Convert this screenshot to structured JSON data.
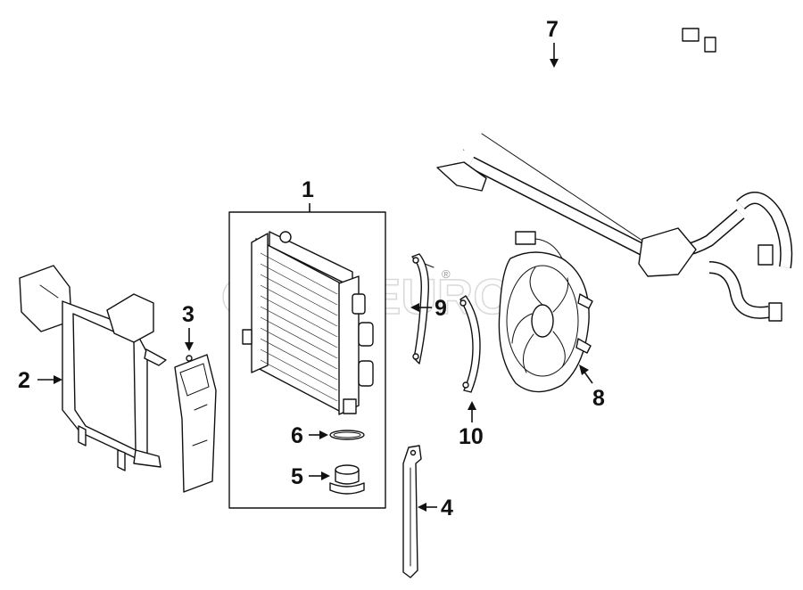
{
  "watermark": {
    "text": "FCPEURO",
    "registered_mark": "®"
  },
  "callouts": [
    {
      "id": "1",
      "label": "1"
    },
    {
      "id": "2",
      "label": "2"
    },
    {
      "id": "3",
      "label": "3"
    },
    {
      "id": "4",
      "label": "4"
    },
    {
      "id": "5",
      "label": "5"
    },
    {
      "id": "6",
      "label": "6"
    },
    {
      "id": "7",
      "label": "7"
    },
    {
      "id": "8",
      "label": "8"
    },
    {
      "id": "9",
      "label": "9"
    },
    {
      "id": "10",
      "label": "10"
    }
  ],
  "colors": {
    "line": "#111111",
    "background": "#ffffff",
    "watermark": "#bdbdbd"
  }
}
